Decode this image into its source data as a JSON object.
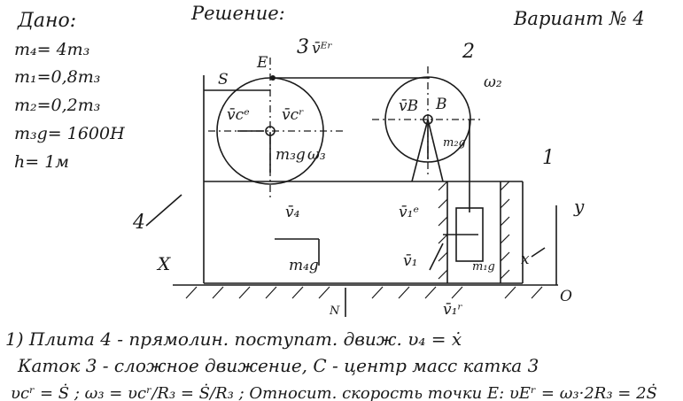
{
  "given": {
    "title": "Дано:",
    "lines": [
      "m₄= 4m₃",
      "m₁=0,8m₃",
      "m₂=0,2m₃",
      "m₃g= 1600H",
      "h= 1м"
    ]
  },
  "solution_title": "Решение:",
  "variant": "Вариант № 4",
  "diagram": {
    "S": "S",
    "E": "E",
    "n3": "3",
    "vEr": "v̄ᴱʳ",
    "n2": "2",
    "w2": "ω₂",
    "B": "B",
    "vce": "v̄cᵉ",
    "vcr": "v̄cʳ",
    "vB": "v̄B",
    "m3g": "m₃g",
    "m2g": "m₂g",
    "w3": "ω₃",
    "n4": "4",
    "v4": "v̄₄",
    "n1": "1",
    "v1e": "v̄₁ᵉ",
    "v1": "v̄₁",
    "m4g": "m₄g",
    "m1g": "m₁g",
    "y": "y",
    "x_small": "x",
    "X": "X",
    "O": "O",
    "N": "N",
    "v1r": "v̄₁ʳ"
  },
  "text_lines": [
    "1) Плита 4 - прямолин. поступат. движ. υ₄ = ẋ",
    "Каток 3 - сложное движение, С - центр масс катка 3",
    "υcʳ = Ṡ ; ω₃ = υcʳ/R₃ = Ṡ/R₃ ; Относит. скорость точки E: υEʳ = ω₃·2R₃ = 2Ṡ"
  ]
}
